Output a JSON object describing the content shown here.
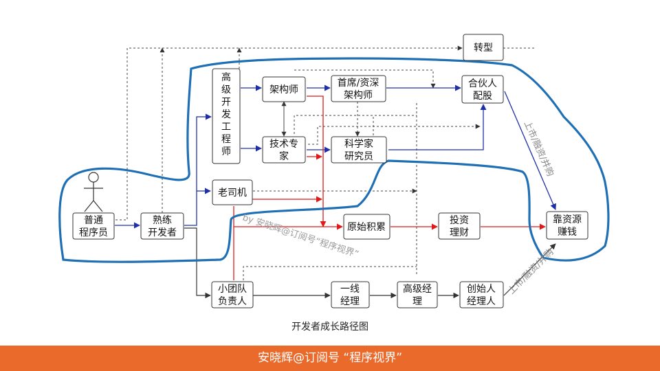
{
  "diagram": {
    "caption": "开发者成长路径图",
    "watermark": "by 安晓辉@订阅号“程序视界”",
    "nodes": {
      "programmer": [
        "普通",
        "程序员"
      ],
      "skilled": [
        "熟练",
        "开发者"
      ],
      "senior": [
        "高",
        "级",
        "开",
        "发",
        "工",
        "程",
        "师"
      ],
      "oldhand": [
        "老司机"
      ],
      "architect": [
        "架构师"
      ],
      "techexpert": [
        "技术专",
        "家"
      ],
      "chief": [
        "首席/资深",
        "架构师"
      ],
      "scientist": [
        "科学家",
        "研究员"
      ],
      "transform": [
        "转型"
      ],
      "partner": [
        "合伙人",
        "配股"
      ],
      "accumulate": [
        "原始积累"
      ],
      "invest": [
        "投资",
        "理财"
      ],
      "capital": [
        "靠资源",
        "赚钱"
      ],
      "teamlead": [
        "小团队",
        "负责人"
      ],
      "manager": [
        "一线",
        "经理"
      ],
      "seniormgr": [
        "高级经",
        "理"
      ],
      "founder": [
        "创始人",
        "经理人"
      ]
    },
    "edge_labels": {
      "partner_to_capital": "上市/融资/并购",
      "founder_to_capital": "上市/融资/并购"
    },
    "colors": {
      "blue": "#1f2fa8",
      "red": "#e01919",
      "dashed": "#444444",
      "highlight": "#1f6fb5"
    }
  },
  "footer": {
    "text": "安晓辉@订阅号 “程序视界”"
  }
}
